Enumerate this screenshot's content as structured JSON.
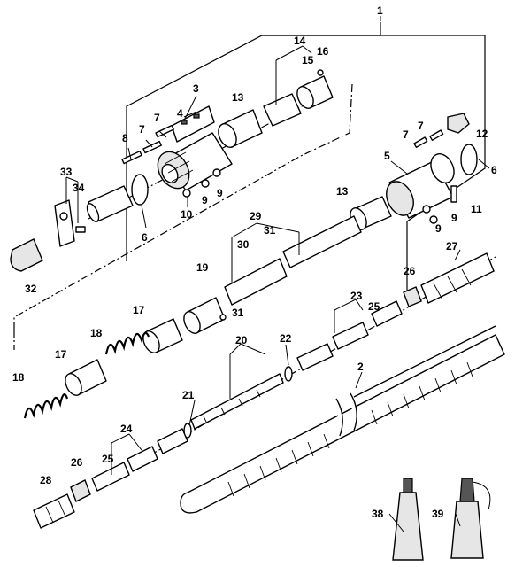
{
  "callouts": [
    {
      "id": "c1",
      "text": "1"
    },
    {
      "id": "c2",
      "text": "2"
    },
    {
      "id": "c3",
      "text": "3"
    },
    {
      "id": "c4",
      "text": "4"
    },
    {
      "id": "c5",
      "text": "5"
    },
    {
      "id": "c6a",
      "text": "6"
    },
    {
      "id": "c6b",
      "text": "6"
    },
    {
      "id": "c7a",
      "text": "7"
    },
    {
      "id": "c7b",
      "text": "7"
    },
    {
      "id": "c7c",
      "text": "7"
    },
    {
      "id": "c7d",
      "text": "7"
    },
    {
      "id": "c8",
      "text": "8"
    },
    {
      "id": "c9a",
      "text": "9"
    },
    {
      "id": "c9b",
      "text": "9"
    },
    {
      "id": "c9c",
      "text": "9"
    },
    {
      "id": "c9d",
      "text": "9"
    },
    {
      "id": "c10",
      "text": "10"
    },
    {
      "id": "c11",
      "text": "11"
    },
    {
      "id": "c12",
      "text": "12"
    },
    {
      "id": "c13a",
      "text": "13"
    },
    {
      "id": "c13b",
      "text": "13"
    },
    {
      "id": "c14",
      "text": "14"
    },
    {
      "id": "c15",
      "text": "15"
    },
    {
      "id": "c16",
      "text": "16"
    },
    {
      "id": "c17a",
      "text": "17"
    },
    {
      "id": "c17b",
      "text": "17"
    },
    {
      "id": "c18a",
      "text": "18"
    },
    {
      "id": "c18b",
      "text": "18"
    },
    {
      "id": "c19",
      "text": "19"
    },
    {
      "id": "c20",
      "text": "20"
    },
    {
      "id": "c21",
      "text": "21"
    },
    {
      "id": "c22",
      "text": "22"
    },
    {
      "id": "c23",
      "text": "23"
    },
    {
      "id": "c24",
      "text": "24"
    },
    {
      "id": "c25a",
      "text": "25"
    },
    {
      "id": "c25b",
      "text": "25"
    },
    {
      "id": "c26a",
      "text": "26"
    },
    {
      "id": "c26b",
      "text": "26"
    },
    {
      "id": "c27",
      "text": "27"
    },
    {
      "id": "c28",
      "text": "28"
    },
    {
      "id": "c29",
      "text": "29"
    },
    {
      "id": "c30",
      "text": "30"
    },
    {
      "id": "c31a",
      "text": "31"
    },
    {
      "id": "c31b",
      "text": "31"
    },
    {
      "id": "c32",
      "text": "32"
    },
    {
      "id": "c33",
      "text": "33"
    },
    {
      "id": "c34",
      "text": "34"
    },
    {
      "id": "c38",
      "text": "38"
    },
    {
      "id": "c39",
      "text": "39"
    }
  ]
}
